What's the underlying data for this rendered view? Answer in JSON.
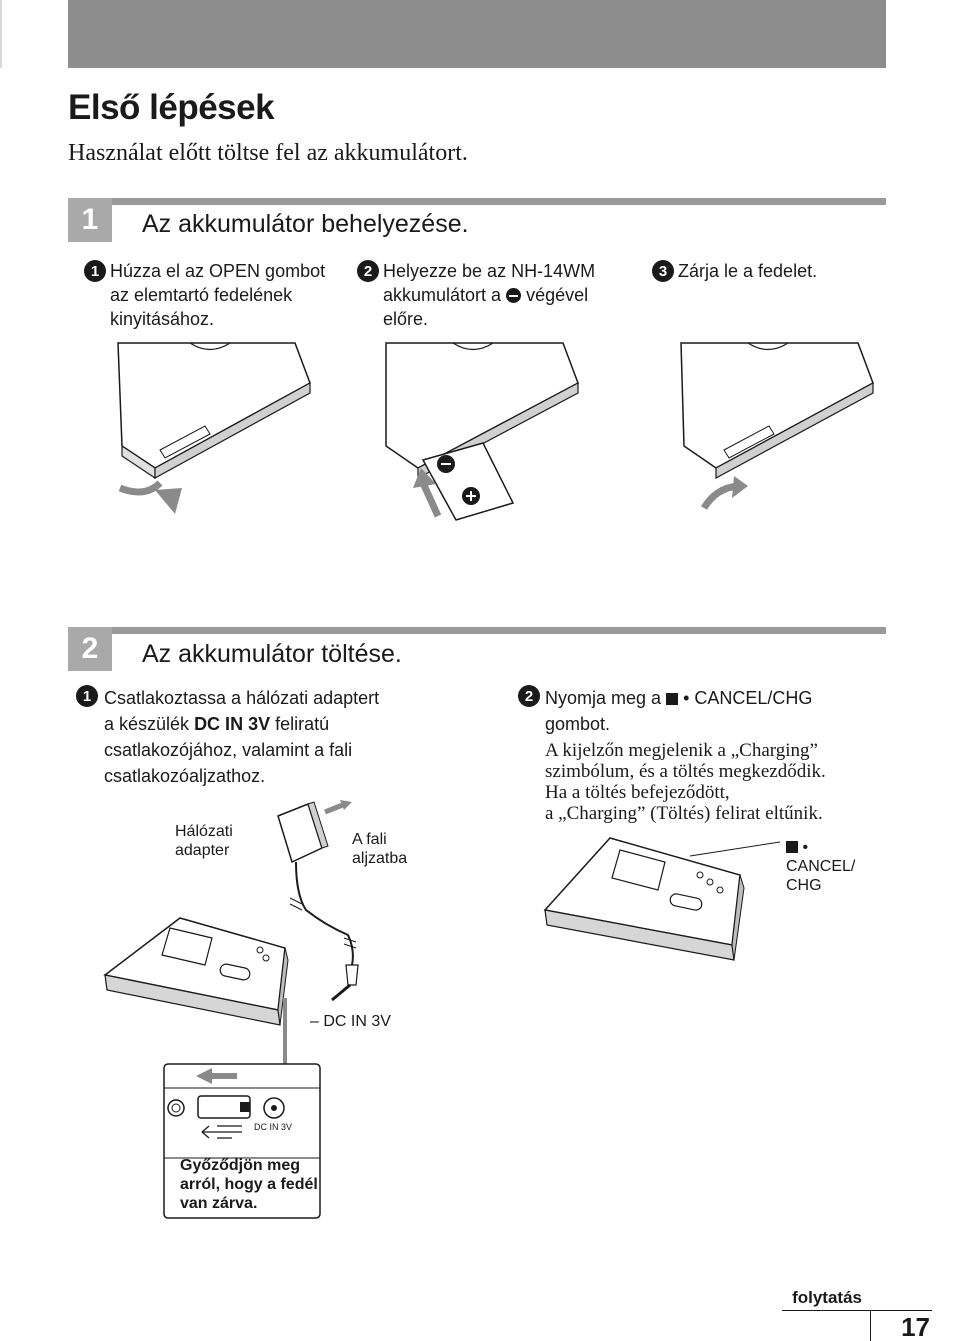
{
  "header": {
    "title": "Első lépések",
    "subtitle": "Használat előtt töltse fel az akkumulátort."
  },
  "step1": {
    "number": "1",
    "title": "Az akkumulátor behelyezése.",
    "sub1": {
      "number": "1",
      "lines": [
        "Húzza el az OPEN gombot",
        "az elemtartó fedelének",
        "kinyitásához."
      ]
    },
    "sub2": {
      "number": "2",
      "line1": "Helyezze be az NH-14WM",
      "line2_before": "akkumulátort a",
      "line2_after": "végével",
      "line3": "előre."
    },
    "sub3": {
      "number": "3",
      "text": "Zárja le a fedelet."
    }
  },
  "step2": {
    "number": "2",
    "title": "Az akkumulátor töltése.",
    "sub1": {
      "number": "1",
      "line1": "Csatlakoztassa a hálózati adaptert",
      "line2_before": "a készülék",
      "line2_emph": "DC IN 3V",
      "line2_after": "feliratú",
      "line3": "csatlakozójához, valamint a fali",
      "line4": "csatlakozóaljzathoz."
    },
    "sub2": {
      "number": "2",
      "line1_before": "Nyomja meg a",
      "line1_after": "• CANCEL/CHG",
      "line2": "gombot.",
      "body": [
        "A kijelzőn megjelenik a „Charging”",
        "szimbólum, és a töltés megkezdődik.",
        "Ha a töltés befejeződött,",
        "a „Charging” (Töltés) felirat eltűnik."
      ]
    },
    "labels": {
      "adapter": [
        "Hálózati",
        "adapter"
      ],
      "wall": [
        "A fali",
        "aljzatba"
      ],
      "dc_in": "– DC IN 3V",
      "cancel_bullet": "•",
      "cancel": [
        "CANCEL/",
        "CHG"
      ],
      "inset_dc": "DC IN 3V",
      "inset_note": [
        "Győződjön meg",
        "arról, hogy a fedél",
        "van zárva."
      ]
    }
  },
  "footer": {
    "continue": "folytatás",
    "page": "17"
  }
}
